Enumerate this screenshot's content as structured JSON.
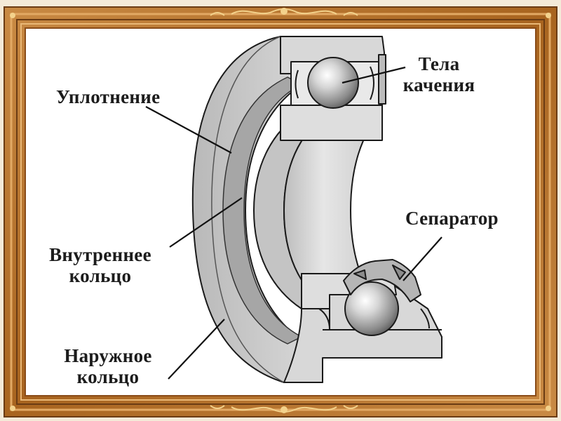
{
  "labels": {
    "rolling_elements": [
      "Тела",
      "качения"
    ],
    "seal": [
      "Уплотнение"
    ],
    "separator": [
      "Сепаратор"
    ],
    "inner_ring": [
      "Внутреннее",
      "кольцо"
    ],
    "outer_ring": [
      "Наружное",
      "кольцо"
    ]
  },
  "colors": {
    "frame_wood": "#b8742f",
    "frame_highlight": "#e2a964",
    "frame_dark": "#6b3c14",
    "frame_ornament": "#f3d28c",
    "background": "#ffffff",
    "metal_light": "#dcdcdc",
    "metal_mid": "#bdbdbd",
    "metal_dark": "#8e8e8e",
    "line": "#111111"
  }
}
